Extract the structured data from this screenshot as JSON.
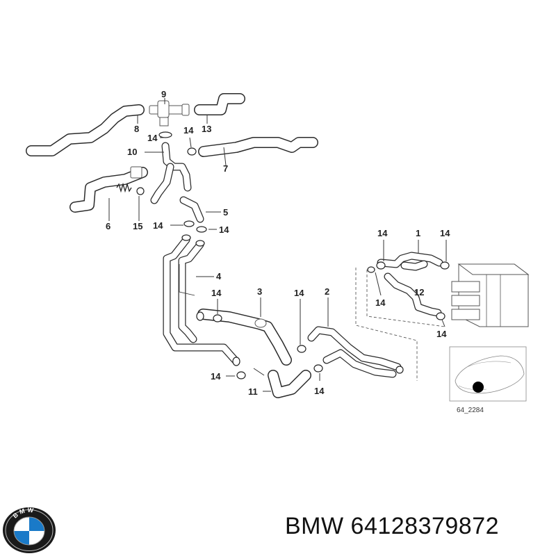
{
  "diagram": {
    "callouts": [
      "1",
      "2",
      "3",
      "4",
      "5",
      "6",
      "7",
      "8",
      "9",
      "10",
      "11",
      "12",
      "13",
      "14",
      "15"
    ],
    "clamp_label": "14",
    "inset_code": "64_2284"
  },
  "brand": {
    "logo_text": "BMW",
    "caption": "BMW 64128379872"
  }
}
